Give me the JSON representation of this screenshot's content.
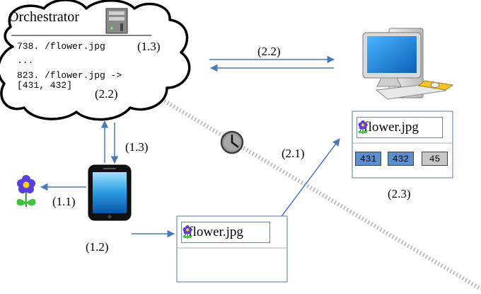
{
  "orchestrator": {
    "title": "Orchestrator",
    "log_line_1": "738. /flower.jpg",
    "log_line_1_tag": "(1.3)",
    "log_ellipsis": "...",
    "log_line_2a": "823. /flower.jpg ->",
    "log_line_2b": "[431, 432]",
    "log_line_2_tag": "(2.2)"
  },
  "arrows": {
    "pc_exchange": "(2.2)",
    "phone_to_cloud": "(1.3)",
    "phone_to_flower": "(1.1)",
    "phone_to_box": "(1.2)",
    "box_to_pc": "(2.1)"
  },
  "pc_box": {
    "filename": "/flower.jpg",
    "cells": [
      "431",
      "432",
      "45"
    ],
    "step": "(2.3)"
  },
  "phone_box": {
    "filename": "/flower.jpg"
  },
  "colors": {
    "arrow": "#4a7ab5",
    "box_border": "#5a7a9a",
    "cell_blue": "#5b8fd0",
    "cell_gray": "#c8c8c8",
    "divider": "#aaaaaa"
  }
}
